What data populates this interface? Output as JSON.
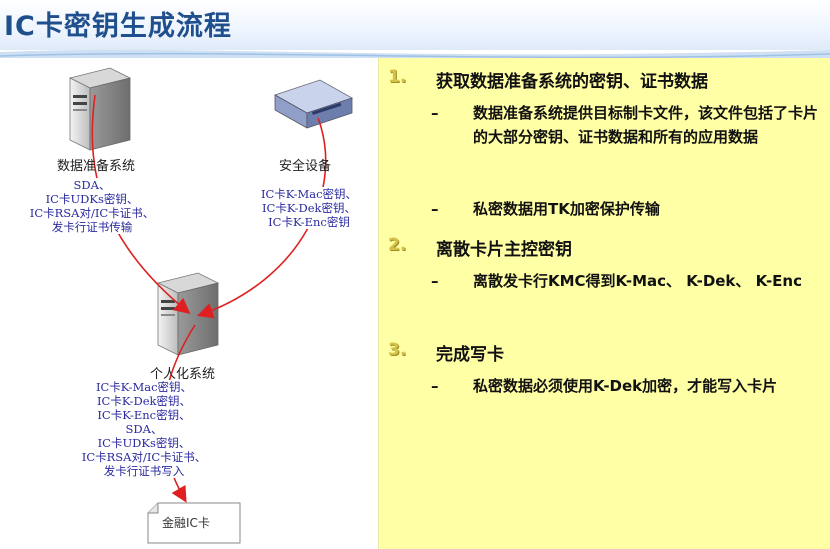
{
  "title": "IC卡密钥生成流程",
  "diagram": {
    "nodes": {
      "data_prep": "数据准备系统",
      "security_device": "安全设备",
      "personalization": "个人化系统",
      "card": "金融IC卡"
    },
    "box_data_prep": [
      "SDA、",
      "IC卡UDKs密钥、",
      "IC卡RSA对/IC卡证书、",
      "发卡行证书传输"
    ],
    "box_security": [
      "IC卡K-Mac密钥、",
      "IC卡K-Dek密钥、",
      "IC卡K-Enc密钥"
    ],
    "box_personalization": [
      "IC卡K-Mac密钥、",
      "IC卡K-Dek密钥、",
      "IC卡K-Enc密钥、",
      "SDA、",
      "IC卡UDKs密钥、",
      "IC卡RSA对/IC卡证书、",
      "发卡行证书写入"
    ]
  },
  "steps": [
    {
      "num": "1.",
      "text": "获取数据准备系统的密钥、证书数据",
      "bullets": [
        "数据准备系统提供目标制卡文件，该文件包括了卡片的大部分密钥、证书数据和所有的应用数据",
        "私密数据用TK加密保护传输"
      ]
    },
    {
      "num": "2.",
      "text": "离散卡片主控密钥",
      "bullets": [
        "离散发卡行KMC得到K-Mac、 K-Dek、 K-Enc"
      ]
    },
    {
      "num": "3.",
      "text": "完成写卡",
      "bullets": [
        "私密数据必须使用K-Dek加密，才能写入卡片"
      ]
    }
  ],
  "bullet_marker": "–",
  "colors": {
    "title": "#1f4f8c",
    "right_panel_bg": "#ffffa5",
    "arrow": "#e02020",
    "box_text": "#2a2aa0",
    "step_number": "#d6c24a"
  }
}
